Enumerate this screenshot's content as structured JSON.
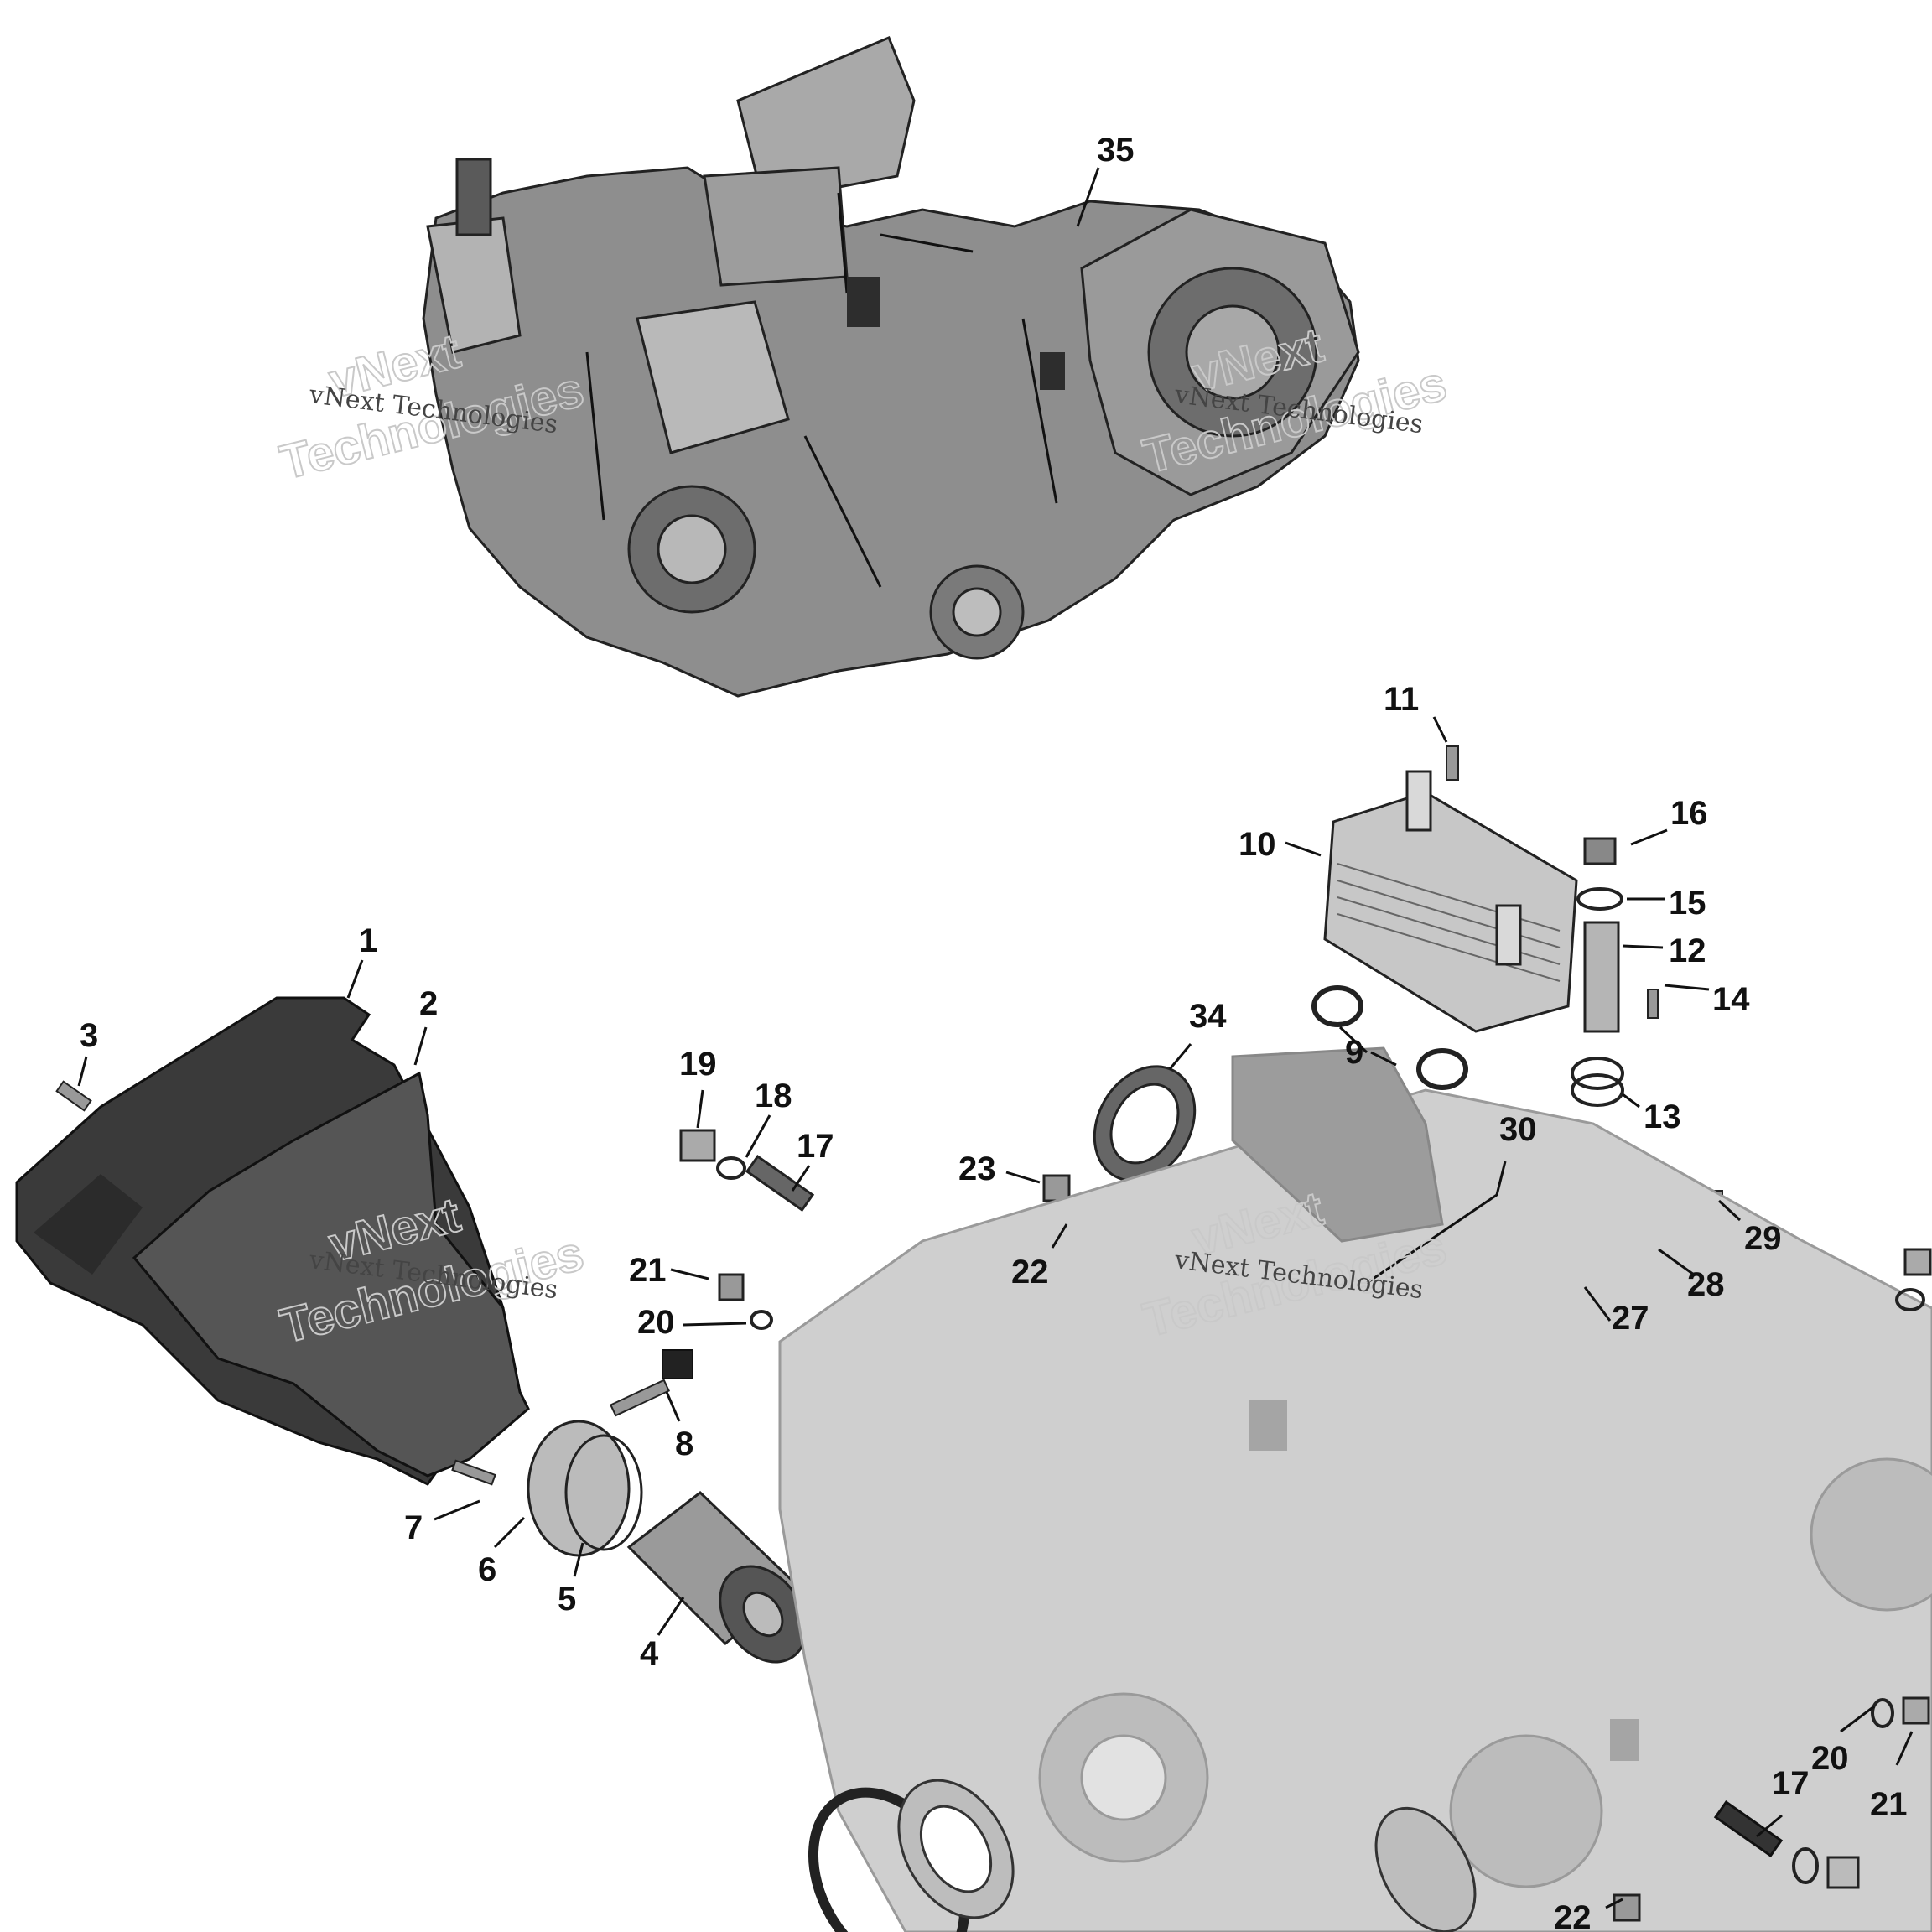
{
  "diagram": {
    "callouts": [
      "35",
      "11",
      "16",
      "10",
      "15",
      "12",
      "14",
      "1",
      "2",
      "3",
      "34",
      "9",
      "13",
      "19",
      "18",
      "17",
      "23",
      "22",
      "30",
      "29",
      "28",
      "21",
      "20",
      "27",
      "8",
      "7",
      "6",
      "5",
      "4",
      "20",
      "21",
      "17",
      "22"
    ],
    "watermark": {
      "brand": "vNext Technologies",
      "word1": "vNext",
      "word2": "Technologies"
    }
  }
}
